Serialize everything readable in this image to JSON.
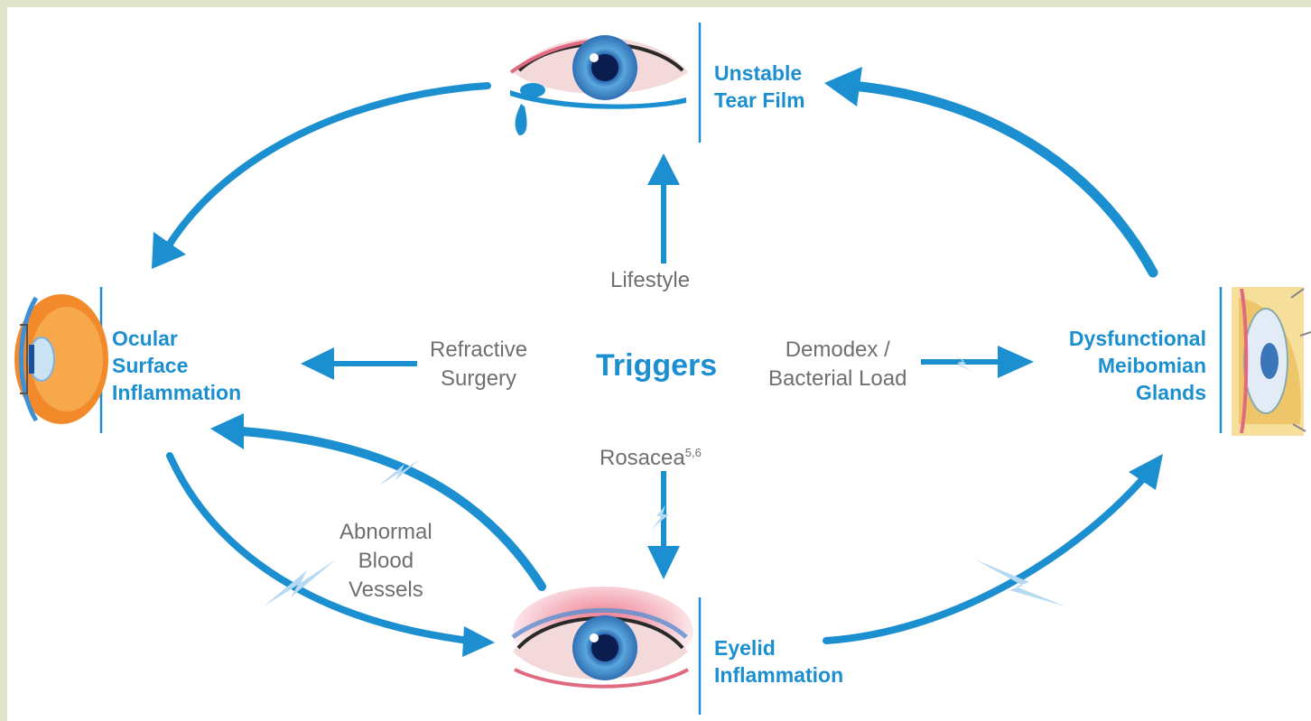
{
  "colors": {
    "arrow": "#1b8fd0",
    "node_text": "#1b8fd0",
    "trigger_text": "#6f6f6f",
    "lightning": "#b5d9f2",
    "frame": "#dfe3c9"
  },
  "center": {
    "label": "Triggers"
  },
  "nodes": {
    "tear_film": {
      "line1": "Unstable",
      "line2": "Tear Film",
      "icon": "tearing-eye-icon"
    },
    "ocular_surface": {
      "line1": "Ocular",
      "line2": "Surface",
      "line3": "Inflammation",
      "icon": "eye-cross-section-icon"
    },
    "meibomian": {
      "line1": "Dysfunctional",
      "line2": "Meibomian",
      "line3": "Glands",
      "icon": "eyelid-cross-section-icon"
    },
    "eyelid": {
      "line1": "Eyelid",
      "line2": "Inflammation",
      "icon": "inflamed-eye-icon"
    }
  },
  "triggers": {
    "lifestyle": "Lifestyle",
    "refractive_1": "Refractive",
    "refractive_2": "Surgery",
    "demodex_1": "Demodex /",
    "demodex_2": "Bacterial Load",
    "rosacea": "Rosacea",
    "rosacea_sup": "5,6",
    "vessels_1": "Abnormal",
    "vessels_2": "Blood",
    "vessels_3": "Vessels"
  }
}
